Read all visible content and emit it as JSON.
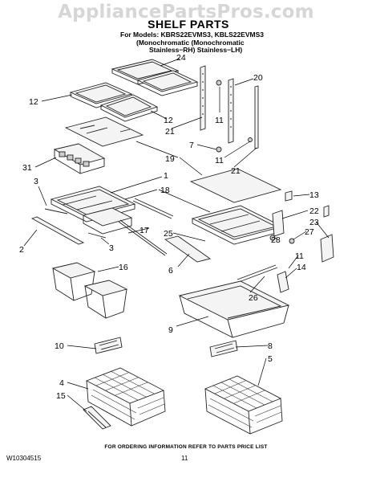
{
  "watermark": "AppliancePartsPros.com",
  "header": {
    "title": "SHELF PARTS",
    "models_line1": "For Models: KBRS22EVMS3, KBLS22EVMS3",
    "models_line2": "(Monochromatic   (Monochromatic",
    "models_line3": "Stainless−RH)     Stainless−LH)"
  },
  "footer": {
    "ordering_note": "FOR ORDERING INFORMATION REFER TO PARTS PRICE LIST",
    "doc_number": "W10304515",
    "page_number": "11"
  },
  "callouts": {
    "c24": "24",
    "c20": "20",
    "c12a": "12",
    "c12b": "12",
    "c21a": "21",
    "c11a": "11",
    "c7": "7",
    "c11b": "11",
    "c19": "19",
    "c21b": "21",
    "c31": "31",
    "c3a": "3",
    "c1": "1",
    "c18": "18",
    "c13": "13",
    "c22": "22",
    "c23": "23",
    "c17": "17",
    "c25": "25",
    "c28": "28",
    "c27": "27",
    "c2": "2",
    "c3b": "3",
    "c11c": "11",
    "c6": "6",
    "c14": "14",
    "c16": "16",
    "c26": "26",
    "c9": "9",
    "c8": "8",
    "c10": "10",
    "c5": "5",
    "c4": "4",
    "c15": "15"
  }
}
